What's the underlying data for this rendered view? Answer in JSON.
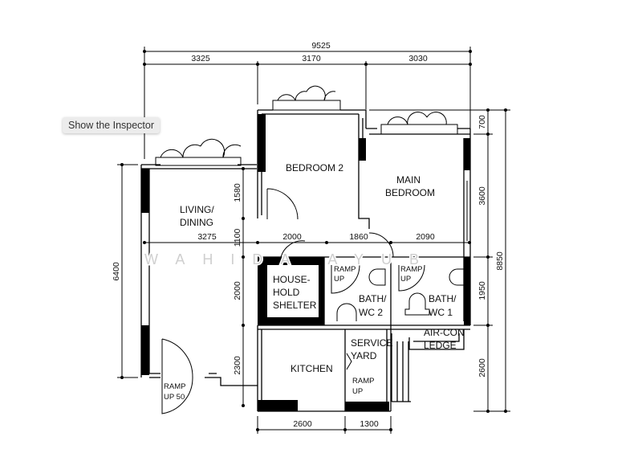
{
  "tooltip": "Show the Inspector",
  "watermark": "WAHIDA AYUB",
  "rooms": {
    "living": [
      "LIVING/",
      "DINING"
    ],
    "bedroom2": "BEDROOM 2",
    "main_bedroom": [
      "MAIN",
      "BEDROOM"
    ],
    "shelter": [
      "HOUSE-",
      "HOLD",
      "SHELTER"
    ],
    "bath2": [
      "BATH/",
      "WC 2"
    ],
    "bath1": [
      "BATH/",
      "WC 1"
    ],
    "kitchen": "KITCHEN",
    "service_yard": [
      "SERVICE",
      "YARD"
    ],
    "aircon": [
      "AIR-CON",
      "LEDGE"
    ],
    "ramp_bath2": [
      "RAMP",
      "UP"
    ],
    "ramp_bath1": [
      "RAMP",
      "UP"
    ],
    "ramp_yard": [
      "RAMP",
      "UP"
    ],
    "ramp_entry": [
      "RAMP",
      "UP  50"
    ]
  },
  "dimensions": {
    "total_width": "9525",
    "top": [
      "3325",
      "3170",
      "3030"
    ],
    "middle": [
      "3275",
      "2000",
      "1860",
      "2090"
    ],
    "bottom": [
      "2600",
      "1300"
    ],
    "left_total": "6400",
    "inner_vertical": [
      "1580",
      "1100",
      "2000",
      "2300"
    ],
    "right": [
      "700",
      "3600",
      "1950",
      "2600"
    ],
    "right_total": "8850"
  }
}
